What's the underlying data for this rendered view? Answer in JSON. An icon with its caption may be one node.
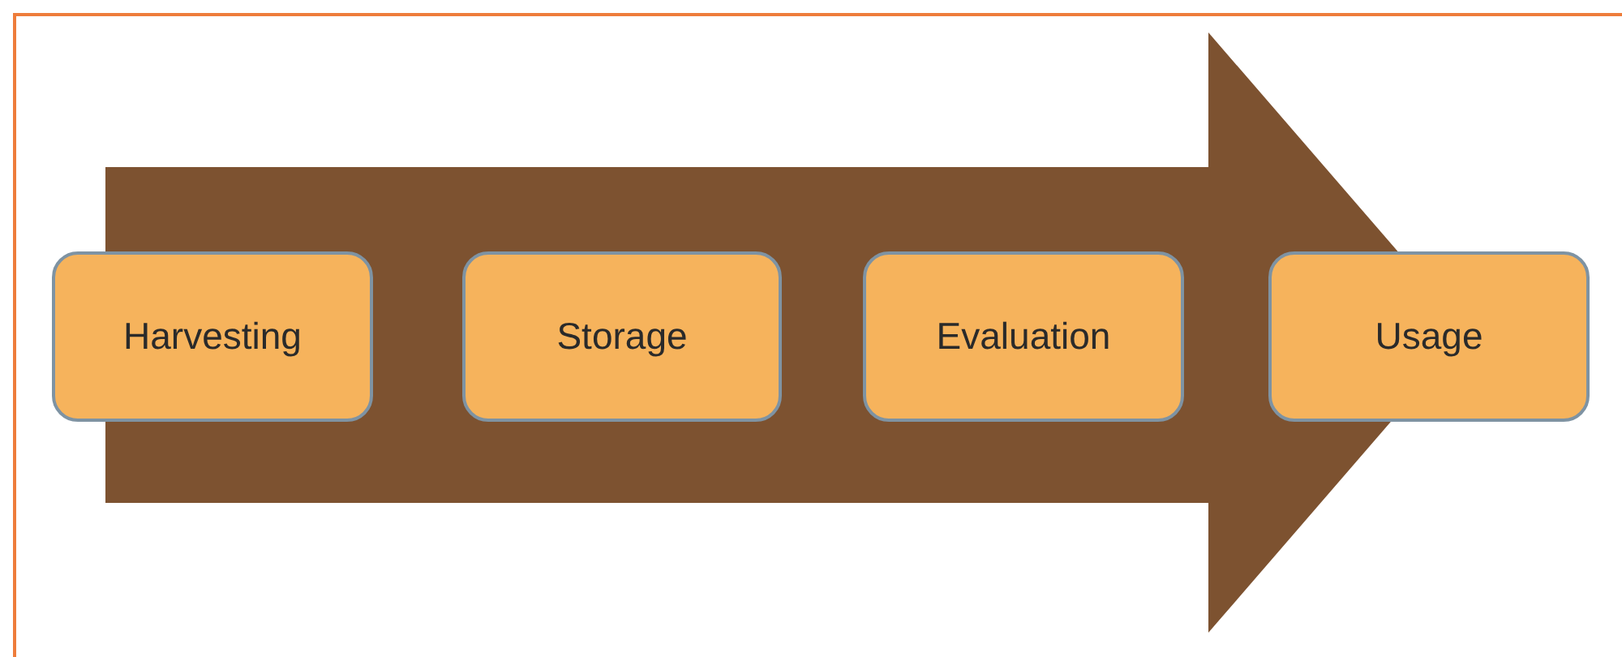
{
  "diagram": {
    "nodes": [
      {
        "text": [
          "Harvesting"
        ]
      },
      {
        "text": [
          "Storage"
        ]
      },
      {
        "text": [
          "Evaluation"
        ]
      },
      {
        "text": [
          "Usage"
        ]
      }
    ],
    "edges": [
      {
        "from": 0,
        "to": 3,
        "arrow": "to",
        "style": "thick"
      }
    ]
  }
}
